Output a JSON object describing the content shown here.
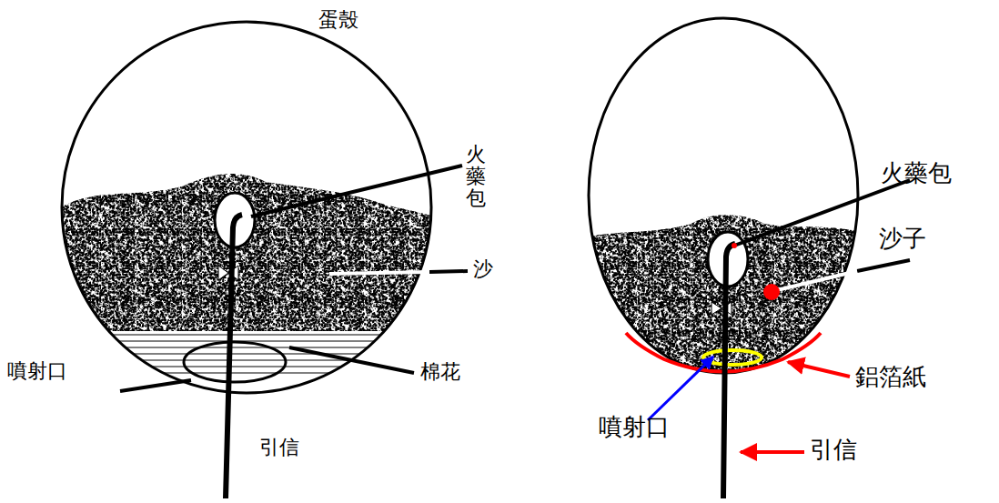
{
  "diagram": {
    "labels": [
      "蛋殼",
      "火藥包",
      "沙",
      "噴射口",
      "棉花",
      "引信",
      "火藥包",
      "沙子",
      "鋁箔紙",
      "噴射口",
      "引信"
    ]
  }
}
